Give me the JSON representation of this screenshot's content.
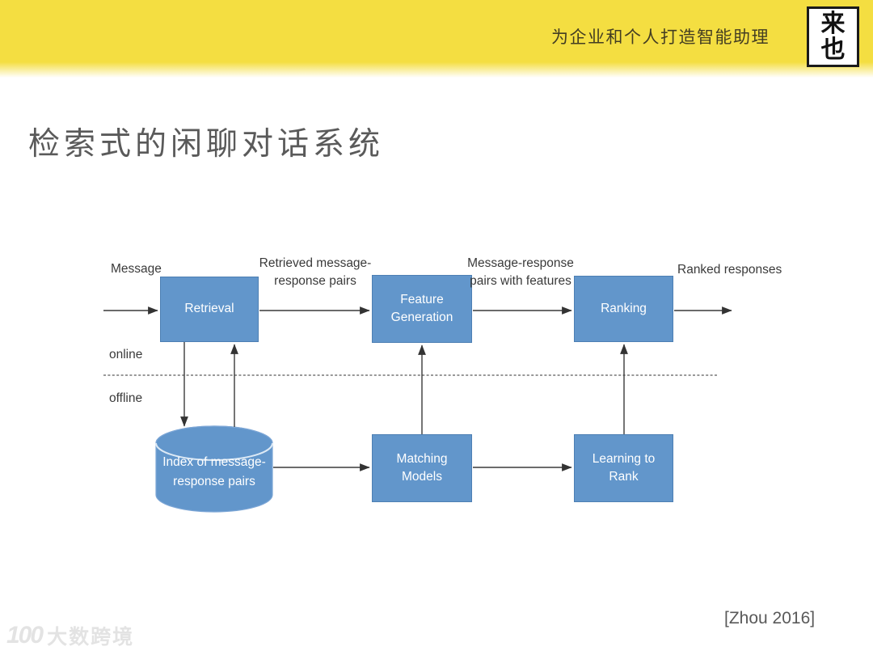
{
  "header": {
    "slogan": "为企业和个人打造智能助理",
    "logo_text": "来也",
    "bar_color": "#F4DE41"
  },
  "title": "检索式的闲聊对话系统",
  "diagram": {
    "type": "flow-diagram",
    "colors": {
      "node_fill": "#6296CB",
      "node_border": "#4D7FB3",
      "arrow": "#3A3A3A"
    },
    "zones": {
      "online": "online",
      "offline": "offline"
    },
    "nodes": {
      "retrieval": "Retrieval",
      "feature_generation": "Feature Generation",
      "ranking": "Ranking",
      "matching_models": "Matching Models",
      "learning_to_rank": "Learning to Rank",
      "index_store_line1": "Index of message-",
      "index_store_line2": "response pairs"
    },
    "edge_labels": {
      "message": "Message",
      "retrieved_line1": "Retrieved message-",
      "retrieved_line2": "response pairs",
      "features_line1": "Message-response",
      "features_line2": "pairs with features",
      "ranked": "Ranked responses"
    }
  },
  "citation": "[Zhou 2016]",
  "watermark": {
    "logo": "100",
    "text": "大数跨境"
  }
}
